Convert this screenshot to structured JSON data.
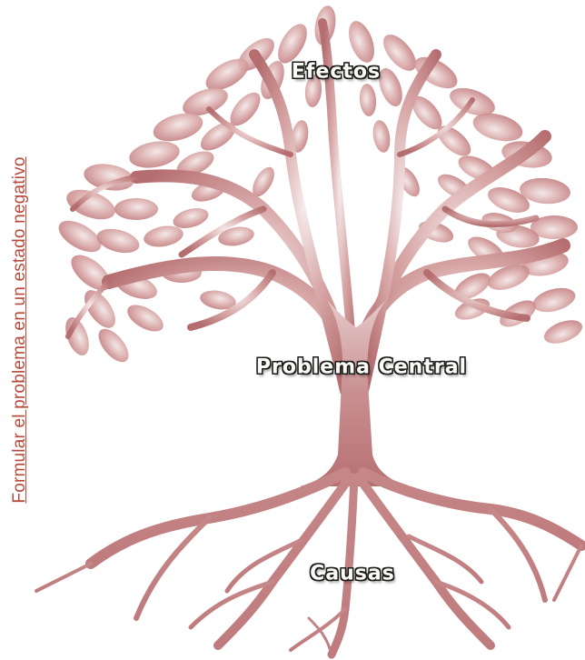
{
  "side_label": "Formular el problema en un estado negativo",
  "labels": {
    "effects": "Efectos",
    "central_problem": "Problema Central",
    "causes": "Causas"
  },
  "colors": {
    "side_label": "#b84a3c",
    "tree": "#bf7f80",
    "tree_light": "#f1e3e3",
    "label_fill": "#fbfbf6",
    "label_outline": "#1d1d1d"
  }
}
